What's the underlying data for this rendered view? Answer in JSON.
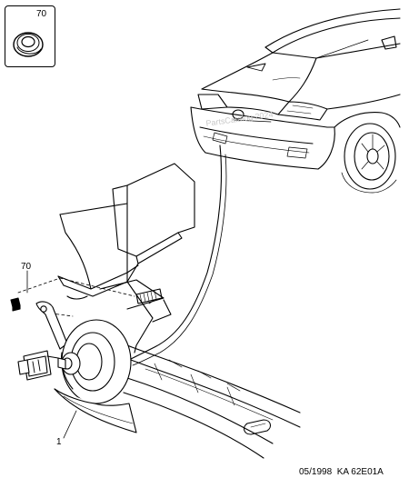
{
  "inset": {
    "part_number": "70"
  },
  "callouts": {
    "nut": "70",
    "horn": "1"
  },
  "footer": {
    "reference": "05/1998  KA 62E01A"
  },
  "watermark": {
    "text": "PartsCatalog 2024"
  }
}
